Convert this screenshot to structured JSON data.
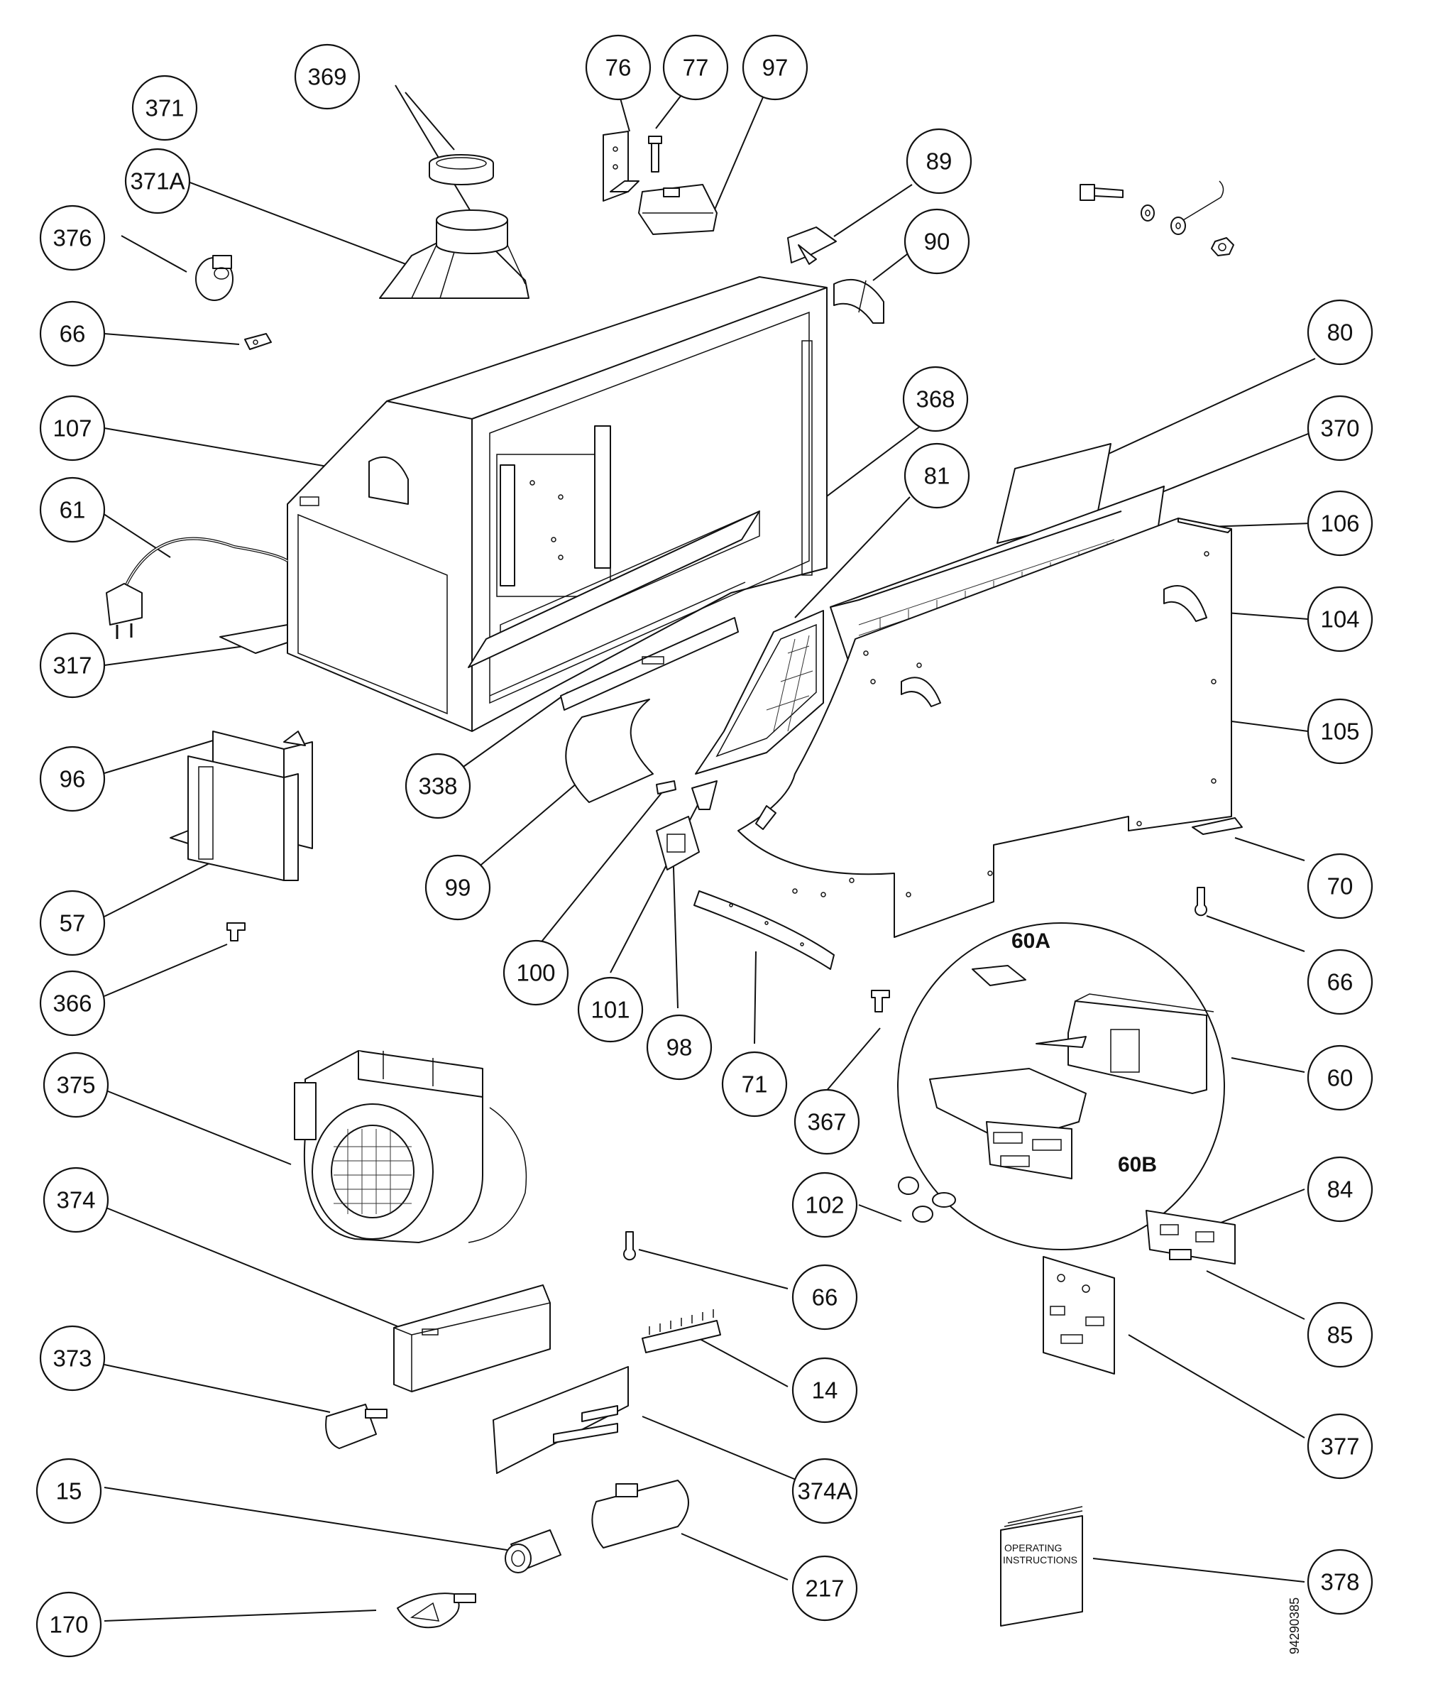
{
  "callouts": [
    {
      "id": "c369",
      "label": "369"
    },
    {
      "id": "c371",
      "label": "371"
    },
    {
      "id": "c371A",
      "label": "371A"
    },
    {
      "id": "c376",
      "label": "376"
    },
    {
      "id": "c66a",
      "label": "66"
    },
    {
      "id": "c107",
      "label": "107"
    },
    {
      "id": "c61",
      "label": "61"
    },
    {
      "id": "c317",
      "label": "317"
    },
    {
      "id": "c96",
      "label": "96"
    },
    {
      "id": "c57",
      "label": "57"
    },
    {
      "id": "c366",
      "label": "366"
    },
    {
      "id": "c375",
      "label": "375"
    },
    {
      "id": "c374",
      "label": "374"
    },
    {
      "id": "c373",
      "label": "373"
    },
    {
      "id": "c15",
      "label": "15"
    },
    {
      "id": "c170",
      "label": "170"
    },
    {
      "id": "c76",
      "label": "76"
    },
    {
      "id": "c77",
      "label": "77"
    },
    {
      "id": "c97",
      "label": "97"
    },
    {
      "id": "c89",
      "label": "89"
    },
    {
      "id": "c90",
      "label": "90"
    },
    {
      "id": "c368",
      "label": "368"
    },
    {
      "id": "c81",
      "label": "81"
    },
    {
      "id": "c80",
      "label": "80"
    },
    {
      "id": "c370",
      "label": "370"
    },
    {
      "id": "c106",
      "label": "106"
    },
    {
      "id": "c104",
      "label": "104"
    },
    {
      "id": "c105",
      "label": "105"
    },
    {
      "id": "c338",
      "label": "338"
    },
    {
      "id": "c99",
      "label": "99"
    },
    {
      "id": "c100",
      "label": "100"
    },
    {
      "id": "c101",
      "label": "101"
    },
    {
      "id": "c98",
      "label": "98"
    },
    {
      "id": "c71",
      "label": "71"
    },
    {
      "id": "c70",
      "label": "70"
    },
    {
      "id": "c66b",
      "label": "66"
    },
    {
      "id": "c60",
      "label": "60"
    },
    {
      "id": "c367",
      "label": "367"
    },
    {
      "id": "c102",
      "label": "102"
    },
    {
      "id": "c84",
      "label": "84"
    },
    {
      "id": "c85",
      "label": "85"
    },
    {
      "id": "c66c",
      "label": "66"
    },
    {
      "id": "c14",
      "label": "14"
    },
    {
      "id": "c377",
      "label": "377"
    },
    {
      "id": "c374A",
      "label": "374A"
    },
    {
      "id": "c217",
      "label": "217"
    },
    {
      "id": "c378",
      "label": "378"
    }
  ],
  "inline_labels": {
    "sub_60A": "60A",
    "sub_60B": "60B"
  },
  "booklet": {
    "line1": "OPERATING",
    "line2": "INSTRUCTIONS"
  },
  "document_number": "94290385"
}
